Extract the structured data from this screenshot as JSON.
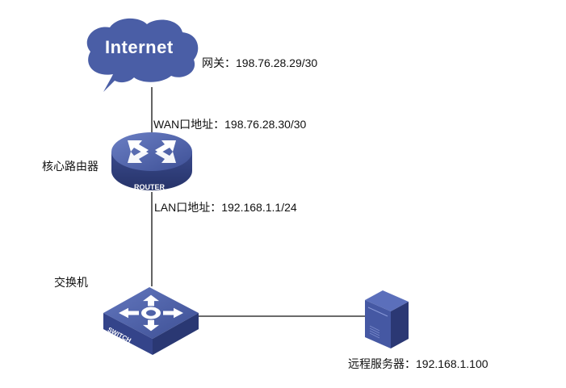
{
  "diagram": {
    "type": "network-topology",
    "colors": {
      "device_fill": "#4a5ea6",
      "device_dark": "#2f3d7a",
      "device_light": "#6b7fc4",
      "link": "#111111",
      "icon_glyph": "#ffffff"
    },
    "nodes": {
      "internet": {
        "icon": "cloud-icon",
        "text": "Internet",
        "label": "网关：198.76.28.29/30"
      },
      "router": {
        "icon": "router-icon",
        "badge": "ROUTER",
        "name": "核心路由器",
        "wan_label": "WAN口地址：198.76.28.30/30",
        "lan_label": "LAN口地址：192.168.1.1/24"
      },
      "switch": {
        "icon": "switch-icon",
        "badge": "SWITCH",
        "name": "交换机"
      },
      "server": {
        "icon": "server-icon",
        "label": "远程服务器：192.168.1.100"
      }
    },
    "links": [
      {
        "from": "internet",
        "to": "router"
      },
      {
        "from": "router",
        "to": "switch"
      },
      {
        "from": "switch",
        "to": "server"
      }
    ]
  }
}
